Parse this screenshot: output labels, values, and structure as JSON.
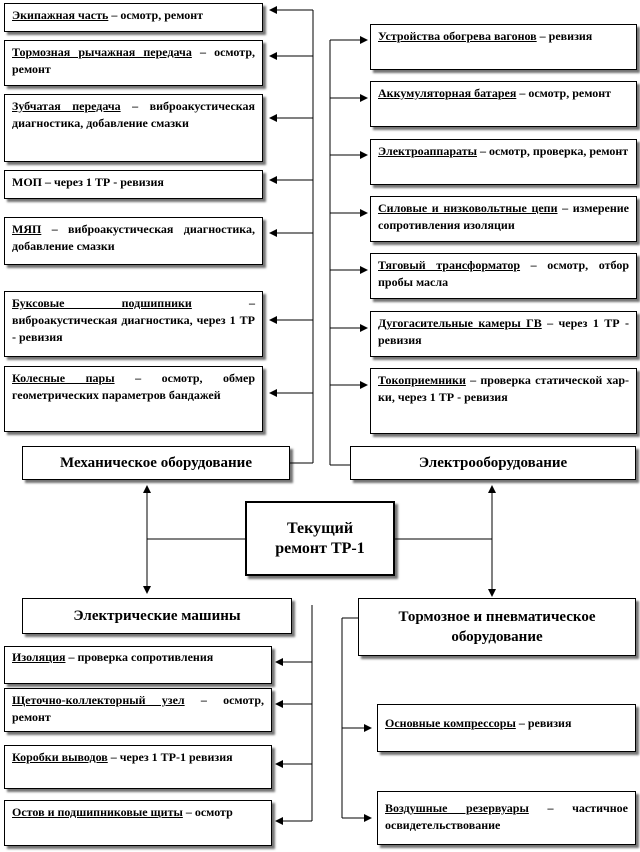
{
  "center": {
    "line1": "Текущий",
    "line2": "ремонт ТР-1"
  },
  "headers": {
    "mechanical": "Механическое оборудование",
    "electrical": "Электрооборудование",
    "machines": "Электрические машины",
    "brake_line1": "Тормозное и пневматическое",
    "brake_line2": "оборудование"
  },
  "mechanical": [
    {
      "u": "Экипажная часть",
      "t": " – осмотр, ремонт"
    },
    {
      "u": "Тормозная рычажная передача",
      "t": " – осмотр, ремонт"
    },
    {
      "u": "Зубчатая передача",
      "t": " – виброакустическая диагностика, добавление смазки"
    },
    {
      "u": "",
      "t": "МОП – через 1 ТР - ревизия"
    },
    {
      "u": "МЯП",
      "t": " – виброакустическая диагностика, добавление смазки"
    },
    {
      "u": "Буксовые подшипники",
      "t": " – виброакустическая диагностика, через 1 ТР - ревизия"
    },
    {
      "u": "Колесные пары",
      "t": " – осмотр, обмер геометрических параметров бандажей"
    }
  ],
  "electrical": [
    {
      "u": "Устройства обогрева вагонов",
      "t": " – ревизия"
    },
    {
      "u": "Аккумуляторная батарея",
      "t": " – осмотр, ремонт"
    },
    {
      "u": "Электроаппараты",
      "t": " – осмотр, проверка, ремонт"
    },
    {
      "u": "Силовые и низковольтные цепи",
      "t": " – измерение сопротивления изоляции"
    },
    {
      "u": "Тяговый трансформатор",
      "t": " – осмотр, отбор пробы масла"
    },
    {
      "u": "Дугогасительные камеры ГВ",
      "t": " – через 1 ТР - ревизия"
    },
    {
      "u": "Токоприемники",
      "t": " – проверка статической хар-ки, через 1 ТР - ревизия"
    }
  ],
  "machines": [
    {
      "u": "Изоляция",
      "t": " – проверка сопротивления"
    },
    {
      "u": "Щеточно-коллекторный узел",
      "t": " – осмотр, ремонт"
    },
    {
      "u": "Коробки выводов",
      "t": " – через 1 ТР-1 ревизия"
    },
    {
      "u": "Остов и подшипниковые щиты",
      "t": " – осмотр"
    }
  ],
  "brake": [
    {
      "u": "Основные компрессоры",
      "t": " – ревизия"
    },
    {
      "u": "Воздушные резервуары",
      "t": " – частичное освидетельствование"
    }
  ]
}
